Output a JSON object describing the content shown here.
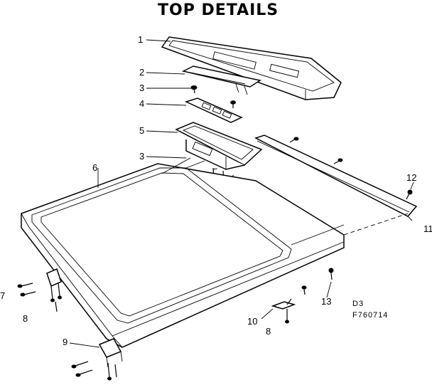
{
  "title": "TOP DETAILS",
  "callouts": {
    "c1": "1",
    "c2": "2",
    "c3a": "3",
    "c4": "4",
    "c5": "5",
    "c3b": "3",
    "c6": "6",
    "c12": "12",
    "c11": "11",
    "c7": "7",
    "c8a": "8",
    "c13": "13",
    "c10": "10",
    "c8b": "8",
    "c9": "9"
  },
  "diagram_code": "D3",
  "drawing_number": "F760714"
}
